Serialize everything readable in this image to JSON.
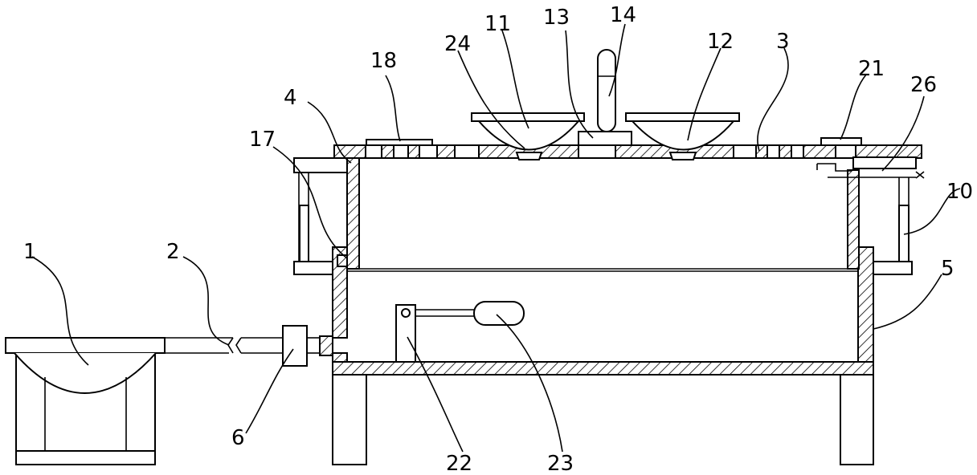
{
  "labels": {
    "l1": "1",
    "l2": "2",
    "l3": "3",
    "l4": "4",
    "l5": "5",
    "l6": "6",
    "l10": "10",
    "l11": "11",
    "l12": "12",
    "l13": "13",
    "l14": "14",
    "l17": "17",
    "l18": "18",
    "l21": "21",
    "l22": "22",
    "l23": "23",
    "l24": "24",
    "l26": "26"
  }
}
